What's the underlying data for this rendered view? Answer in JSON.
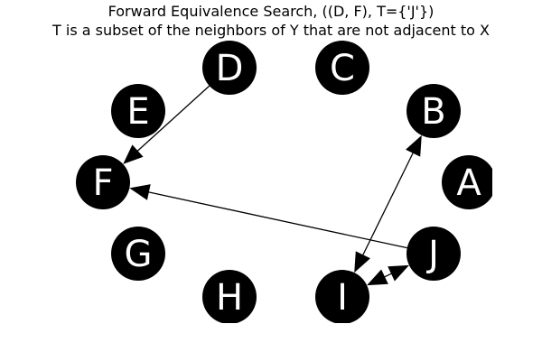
{
  "title": {
    "line1": "Forward Equivalence Search, ((D, F), T={'J'})",
    "line2": "T is a subset of the neighbors of Y that are not adjacent to X"
  },
  "colors": {
    "node_fill": "#000000",
    "node_text": "#ffffff",
    "edge": "#000000",
    "background": "#ffffff"
  },
  "nodes": [
    {
      "id": "A",
      "label": "A"
    },
    {
      "id": "B",
      "label": "B"
    },
    {
      "id": "C",
      "label": "C"
    },
    {
      "id": "D",
      "label": "D"
    },
    {
      "id": "E",
      "label": "E"
    },
    {
      "id": "F",
      "label": "F"
    },
    {
      "id": "G",
      "label": "G"
    },
    {
      "id": "H",
      "label": "H"
    },
    {
      "id": "I",
      "label": "I"
    },
    {
      "id": "J",
      "label": "J"
    }
  ],
  "edges": [
    {
      "from": "D",
      "to": "F",
      "arrow_end": true,
      "arrow_start": false
    },
    {
      "from": "J",
      "to": "F",
      "arrow_end": true,
      "arrow_start": false
    },
    {
      "from": "I",
      "to": "B",
      "arrow_end": true,
      "arrow_start": true
    },
    {
      "from": "J",
      "to": "I",
      "arrow_end": true,
      "arrow_start": true
    }
  ]
}
